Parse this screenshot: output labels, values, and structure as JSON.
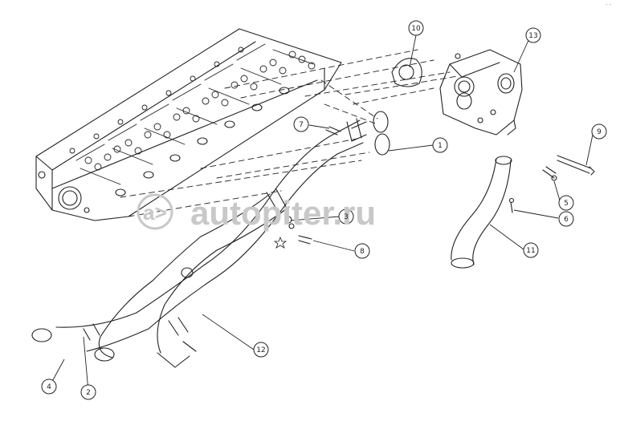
{
  "watermark": {
    "text": "autopiter.ru",
    "logo_glyph": "a>",
    "color": "#c8c8c8"
  },
  "corner_mark": "- -",
  "line_color": "#222222",
  "callouts": [
    {
      "id": "callout-1",
      "label": "1",
      "part": "o-ring"
    },
    {
      "id": "callout-2",
      "label": "2",
      "part": "clamp"
    },
    {
      "id": "callout-3",
      "label": "3",
      "part": "v-band-clamp"
    },
    {
      "id": "callout-4",
      "label": "4",
      "part": "bolt"
    },
    {
      "id": "callout-5",
      "label": "5",
      "part": "nut"
    },
    {
      "id": "callout-6",
      "label": "6",
      "part": "screw"
    },
    {
      "id": "callout-7",
      "label": "7",
      "part": "bolt"
    },
    {
      "id": "callout-8",
      "label": "8",
      "part": "bolt"
    },
    {
      "id": "callout-9",
      "label": "9",
      "part": "stud"
    },
    {
      "id": "callout-10",
      "label": "10",
      "part": "gasket"
    },
    {
      "id": "callout-11",
      "label": "11",
      "part": "elbow-pipe"
    },
    {
      "id": "callout-12",
      "label": "12",
      "part": "manifold-pipe"
    },
    {
      "id": "callout-13",
      "label": "13",
      "part": "housing"
    }
  ]
}
